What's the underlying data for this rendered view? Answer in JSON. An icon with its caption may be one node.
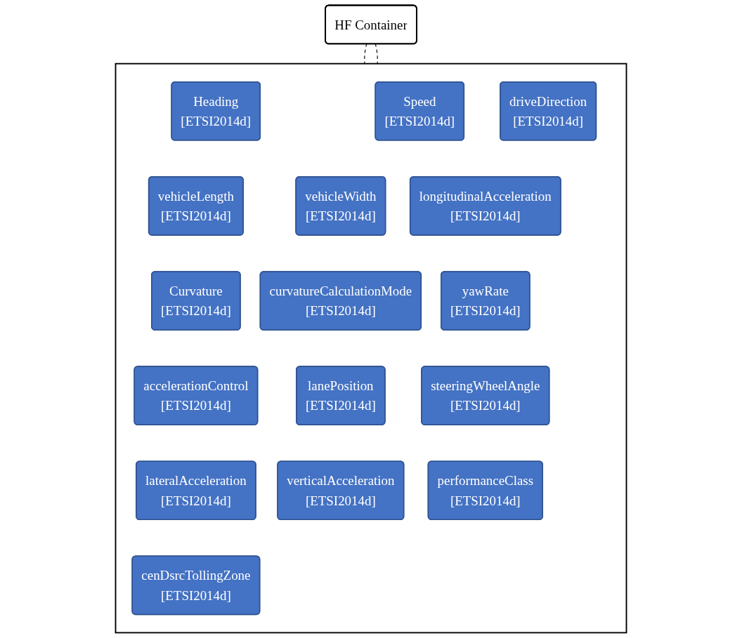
{
  "diagram": {
    "nodes": [
      {
        "text": [
          "HF Container"
        ]
      },
      {
        "text": [],
        "shape": "box"
      },
      {
        "text": [
          "Heading",
          "[ETSI2014d]"
        ],
        "in": 1
      },
      {
        "text": [
          "Speed",
          "[ETSI2014d]"
        ],
        "in": 1
      },
      {
        "text": [
          "driveDirection",
          "[ETSI2014d]"
        ],
        "in": 1
      },
      {
        "text": [
          "vehicleLength",
          "[ETSI2014d]"
        ],
        "in": 1
      },
      {
        "text": [
          "vehicleWidth",
          "[ETSI2014d]"
        ],
        "in": 1
      },
      {
        "text": [
          "longitudinalAcceleration",
          "[ETSI2014d]"
        ],
        "in": 1
      },
      {
        "text": [
          "Curvature",
          "[ETSI2014d]"
        ],
        "in": 1
      },
      {
        "text": [
          "curvatureCalculationMode",
          "[ETSI2014d]"
        ],
        "in": 1
      },
      {
        "text": [
          "yawRate",
          "[ETSI2014d]"
        ],
        "in": 1
      },
      {
        "text": [
          "accelerationControl",
          "[ETSI2014d]"
        ],
        "in": 1
      },
      {
        "text": [
          "lanePosition",
          "[ETSI2014d]"
        ],
        "in": 1
      },
      {
        "text": [
          "steeringWheelAngle",
          "[ETSI2014d]"
        ],
        "in": 1
      },
      {
        "text": [
          "lateralAcceleration",
          "[ETSI2014d]"
        ],
        "in": 1
      },
      {
        "text": [
          "verticalAcceleration",
          "[ETSI2014d]"
        ],
        "in": 1
      },
      {
        "text": [
          "performanceClass",
          "[ETSI2014d]"
        ],
        "in": 1
      },
      {
        "text": [
          "cenDsrcTollingZone",
          "[ETSI2014d]"
        ],
        "in": 1
      }
    ],
    "edges": [
      {
        "from": 0,
        "to": 1,
        "arrow": "none",
        "style": "dashed"
      },
      {
        "from": 0,
        "to": 1,
        "arrow": "none",
        "style": "dashed"
      }
    ]
  }
}
